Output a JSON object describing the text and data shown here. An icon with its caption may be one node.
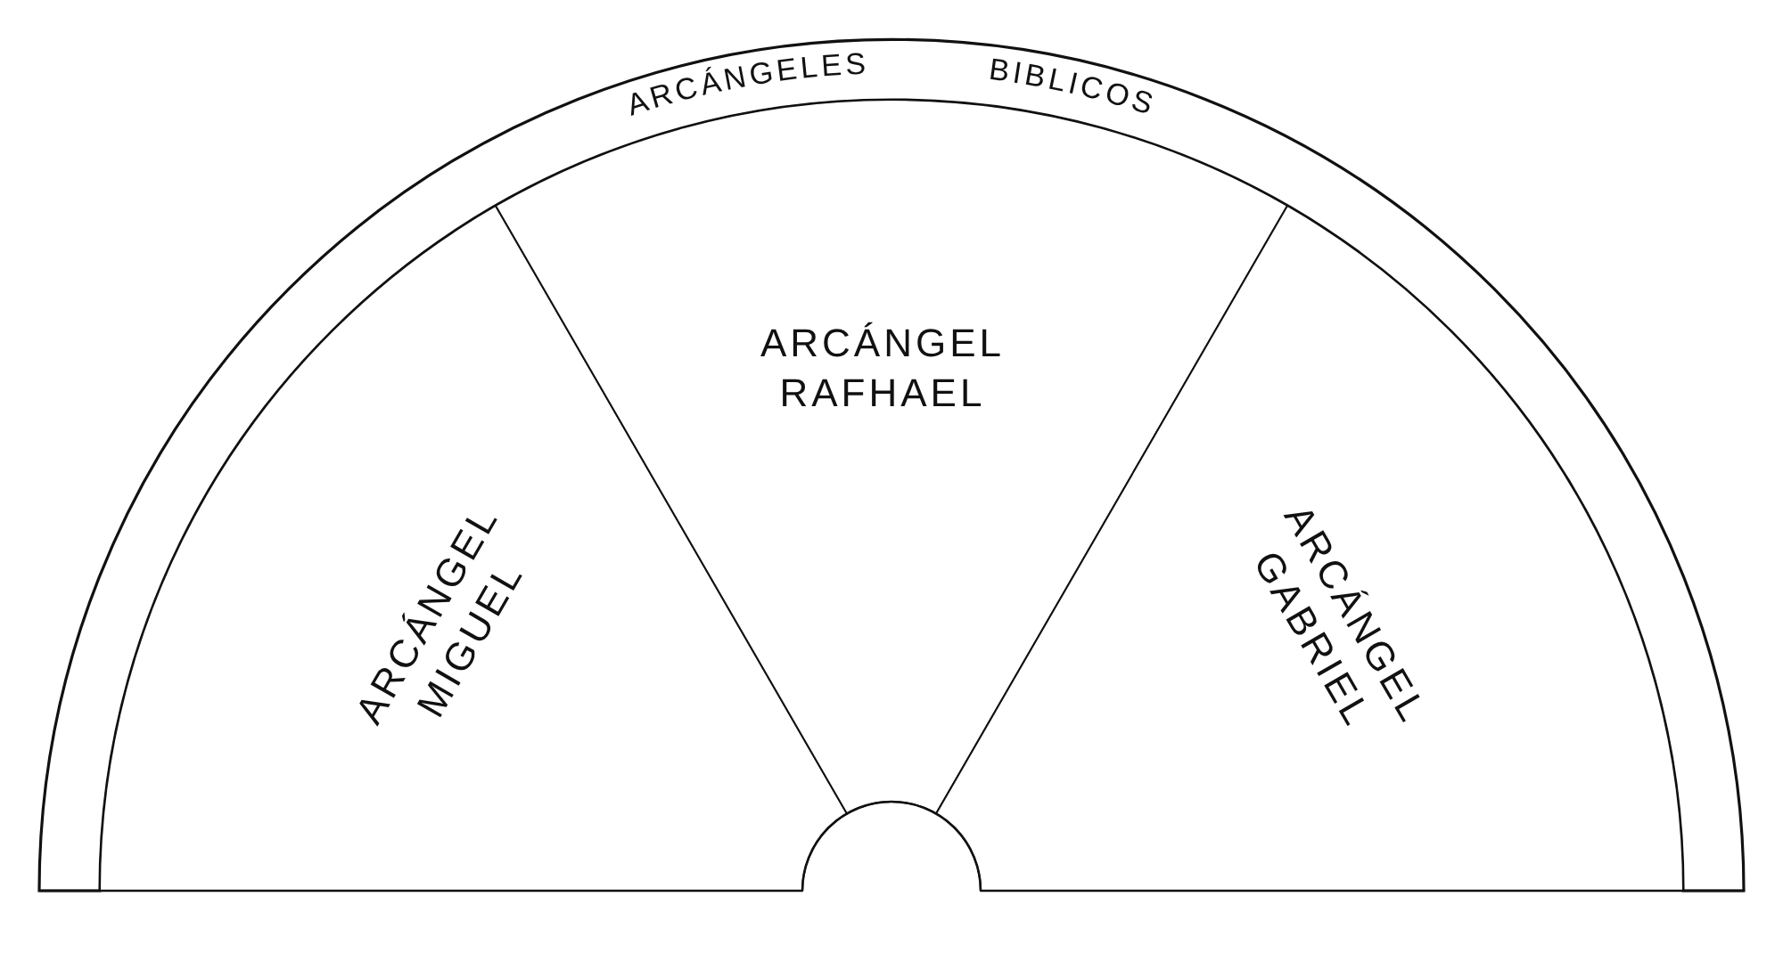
{
  "diagram": {
    "nodes": [
      {
        "text": [
          "ARCÁNGELES BIBLICOS"
        ]
      },
      {
        "text": [
          "ARCÁNGEL MIGUEL"
        ]
      },
      {
        "text": [
          "ARCÁNGEL RAFHAEL"
        ]
      },
      {
        "text": [
          "ARCÁNGEL GABRIEL"
        ]
      }
    ],
    "edges": []
  }
}
